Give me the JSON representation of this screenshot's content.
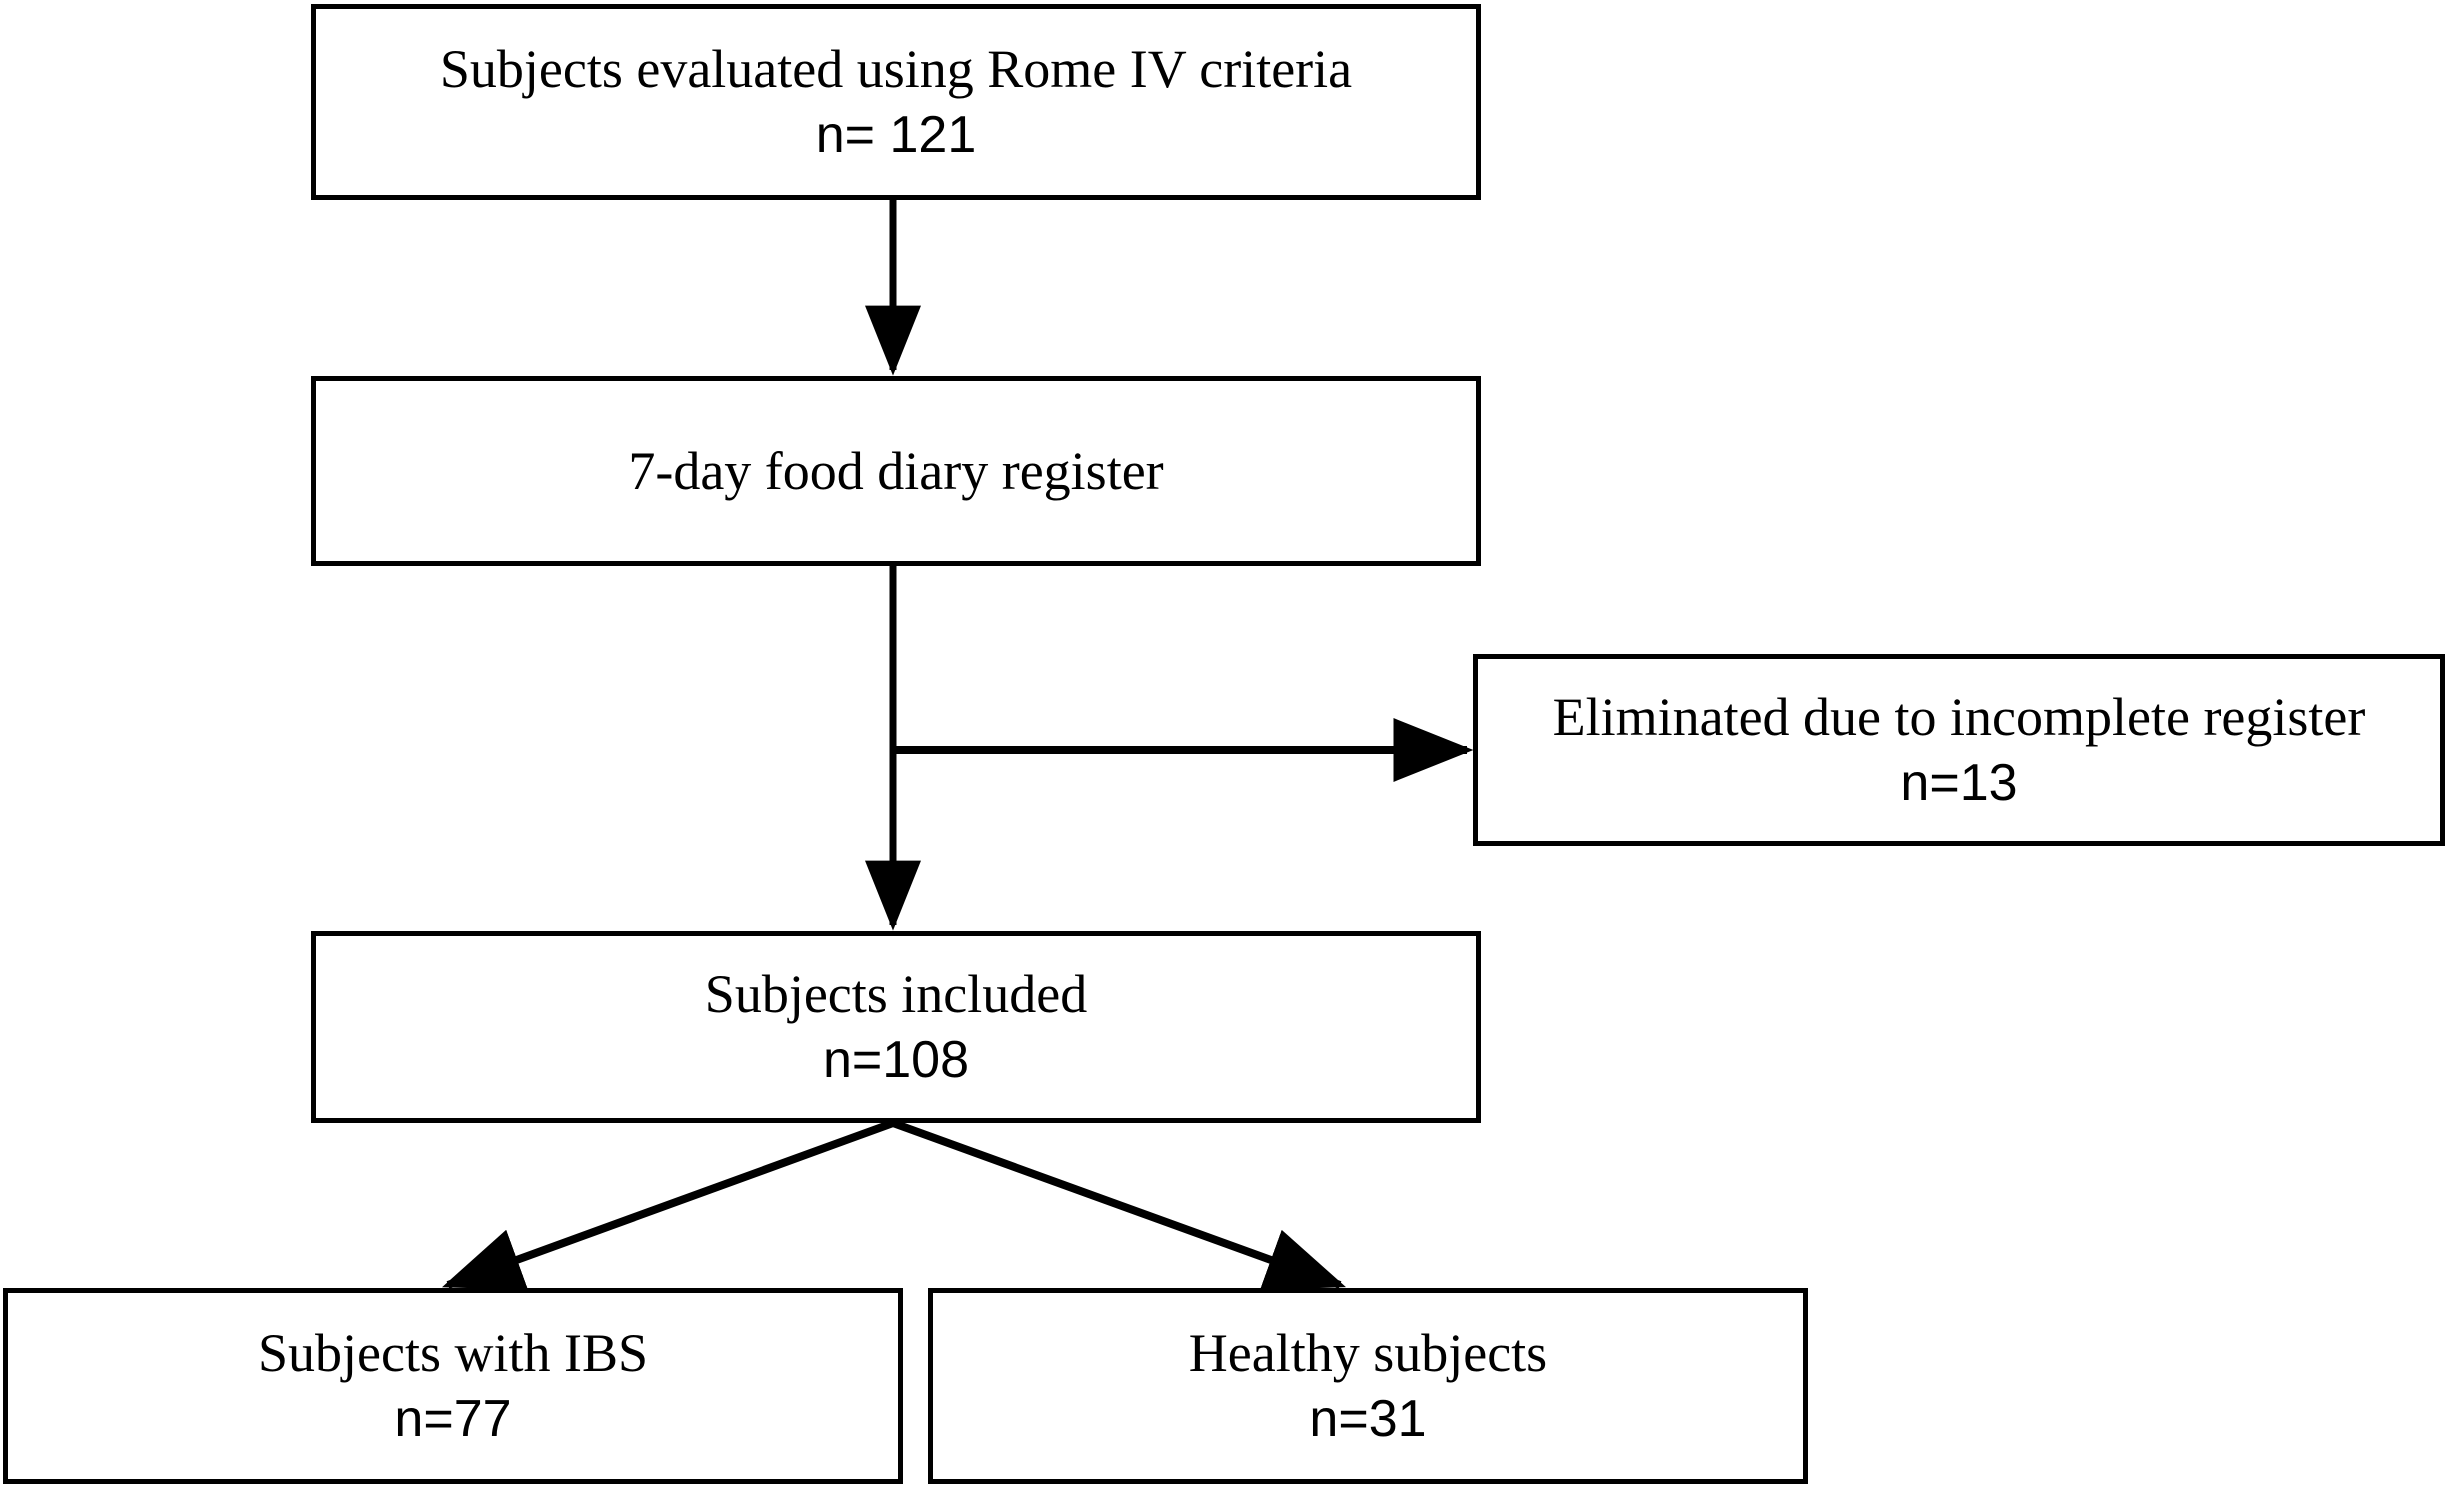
{
  "diagram": {
    "type": "flowchart",
    "title": "Study participant selection flow",
    "orientation": "top-down",
    "colors": {
      "stroke": "#000000",
      "box_fill": "#ffffff",
      "background": "#ffffff",
      "text": "#000000"
    },
    "nodes": [
      {
        "id": "subjects-evaluated",
        "title": "Subjects evaluated using Rome IV criteria",
        "count": "n= 121",
        "n": 121
      },
      {
        "id": "food-diary",
        "title": "7-day food diary register",
        "count": "",
        "n": null
      },
      {
        "id": "eliminated",
        "title": "Eliminated due to incomplete register",
        "count": "n=13",
        "n": 13
      },
      {
        "id": "subjects-included",
        "title": "Subjects included",
        "count": "n=108",
        "n": 108
      },
      {
        "id": "subjects-ibs",
        "title": "Subjects with IBS",
        "count": "n=77",
        "n": 77
      },
      {
        "id": "healthy-subjects",
        "title": "Healthy subjects",
        "count": "n=31",
        "n": 31
      }
    ],
    "edges": [
      {
        "from": "subjects-evaluated",
        "to": "food-diary",
        "style": "vertical-arrow"
      },
      {
        "from": "food-diary",
        "to": "eliminated",
        "style": "horizontal-arrow"
      },
      {
        "from": "food-diary",
        "to": "subjects-included",
        "style": "vertical-arrow"
      },
      {
        "from": "subjects-included",
        "to": "subjects-ibs",
        "style": "diagonal-arrow-left"
      },
      {
        "from": "subjects-included",
        "to": "healthy-subjects",
        "style": "diagonal-arrow-right"
      }
    ]
  }
}
